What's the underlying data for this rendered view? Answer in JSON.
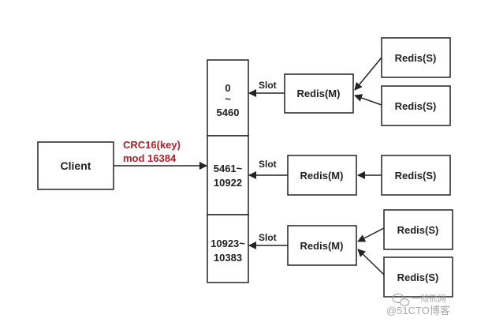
{
  "client": {
    "label": "Client"
  },
  "hash_label": {
    "line1": "CRC16(key)",
    "line2": "mod 16384"
  },
  "slots": [
    {
      "lines": [
        "0",
        "~",
        "5460"
      ]
    },
    {
      "lines": [
        "5461~",
        "10922"
      ]
    },
    {
      "lines": [
        "10923~",
        "10383"
      ]
    }
  ],
  "edge_label": "Slot",
  "masters": [
    {
      "label": "Redis(M)"
    },
    {
      "label": "Redis(M)"
    },
    {
      "label": "Redis(M)"
    }
  ],
  "slaves": [
    {
      "label": "Redis(S)"
    },
    {
      "label": "Redis(S)"
    },
    {
      "label": "Redis(S)"
    },
    {
      "label": "Redis(S)"
    },
    {
      "label": "Redis(S)"
    }
  ],
  "watermark": {
    "line1": "一彻熊网",
    "line2": "@51CTO博客"
  },
  "colors": {
    "stroke": "#222222",
    "text": "#222222",
    "hash_label": "#b0202a",
    "watermark": "#9a9a9a"
  }
}
